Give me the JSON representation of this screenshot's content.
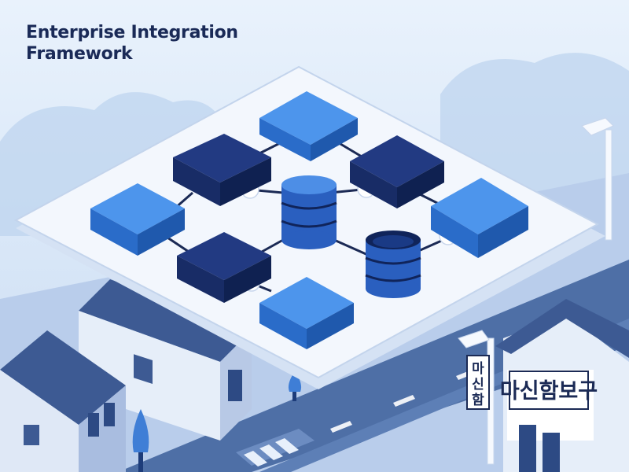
{
  "title": {
    "line1": "Enterprise Integration",
    "line2": "Framework"
  },
  "signs": {
    "vertical_text": [
      "마",
      "신",
      "함"
    ],
    "building_sign": "마신함보구"
  },
  "palette": {
    "sky": "#d6e6f8",
    "platform": "#f3f7fd",
    "block_light": "#2f7fe0",
    "block_dark": "#1a2f73",
    "database": "#2a5fbf",
    "road": "#4e6fa6"
  }
}
